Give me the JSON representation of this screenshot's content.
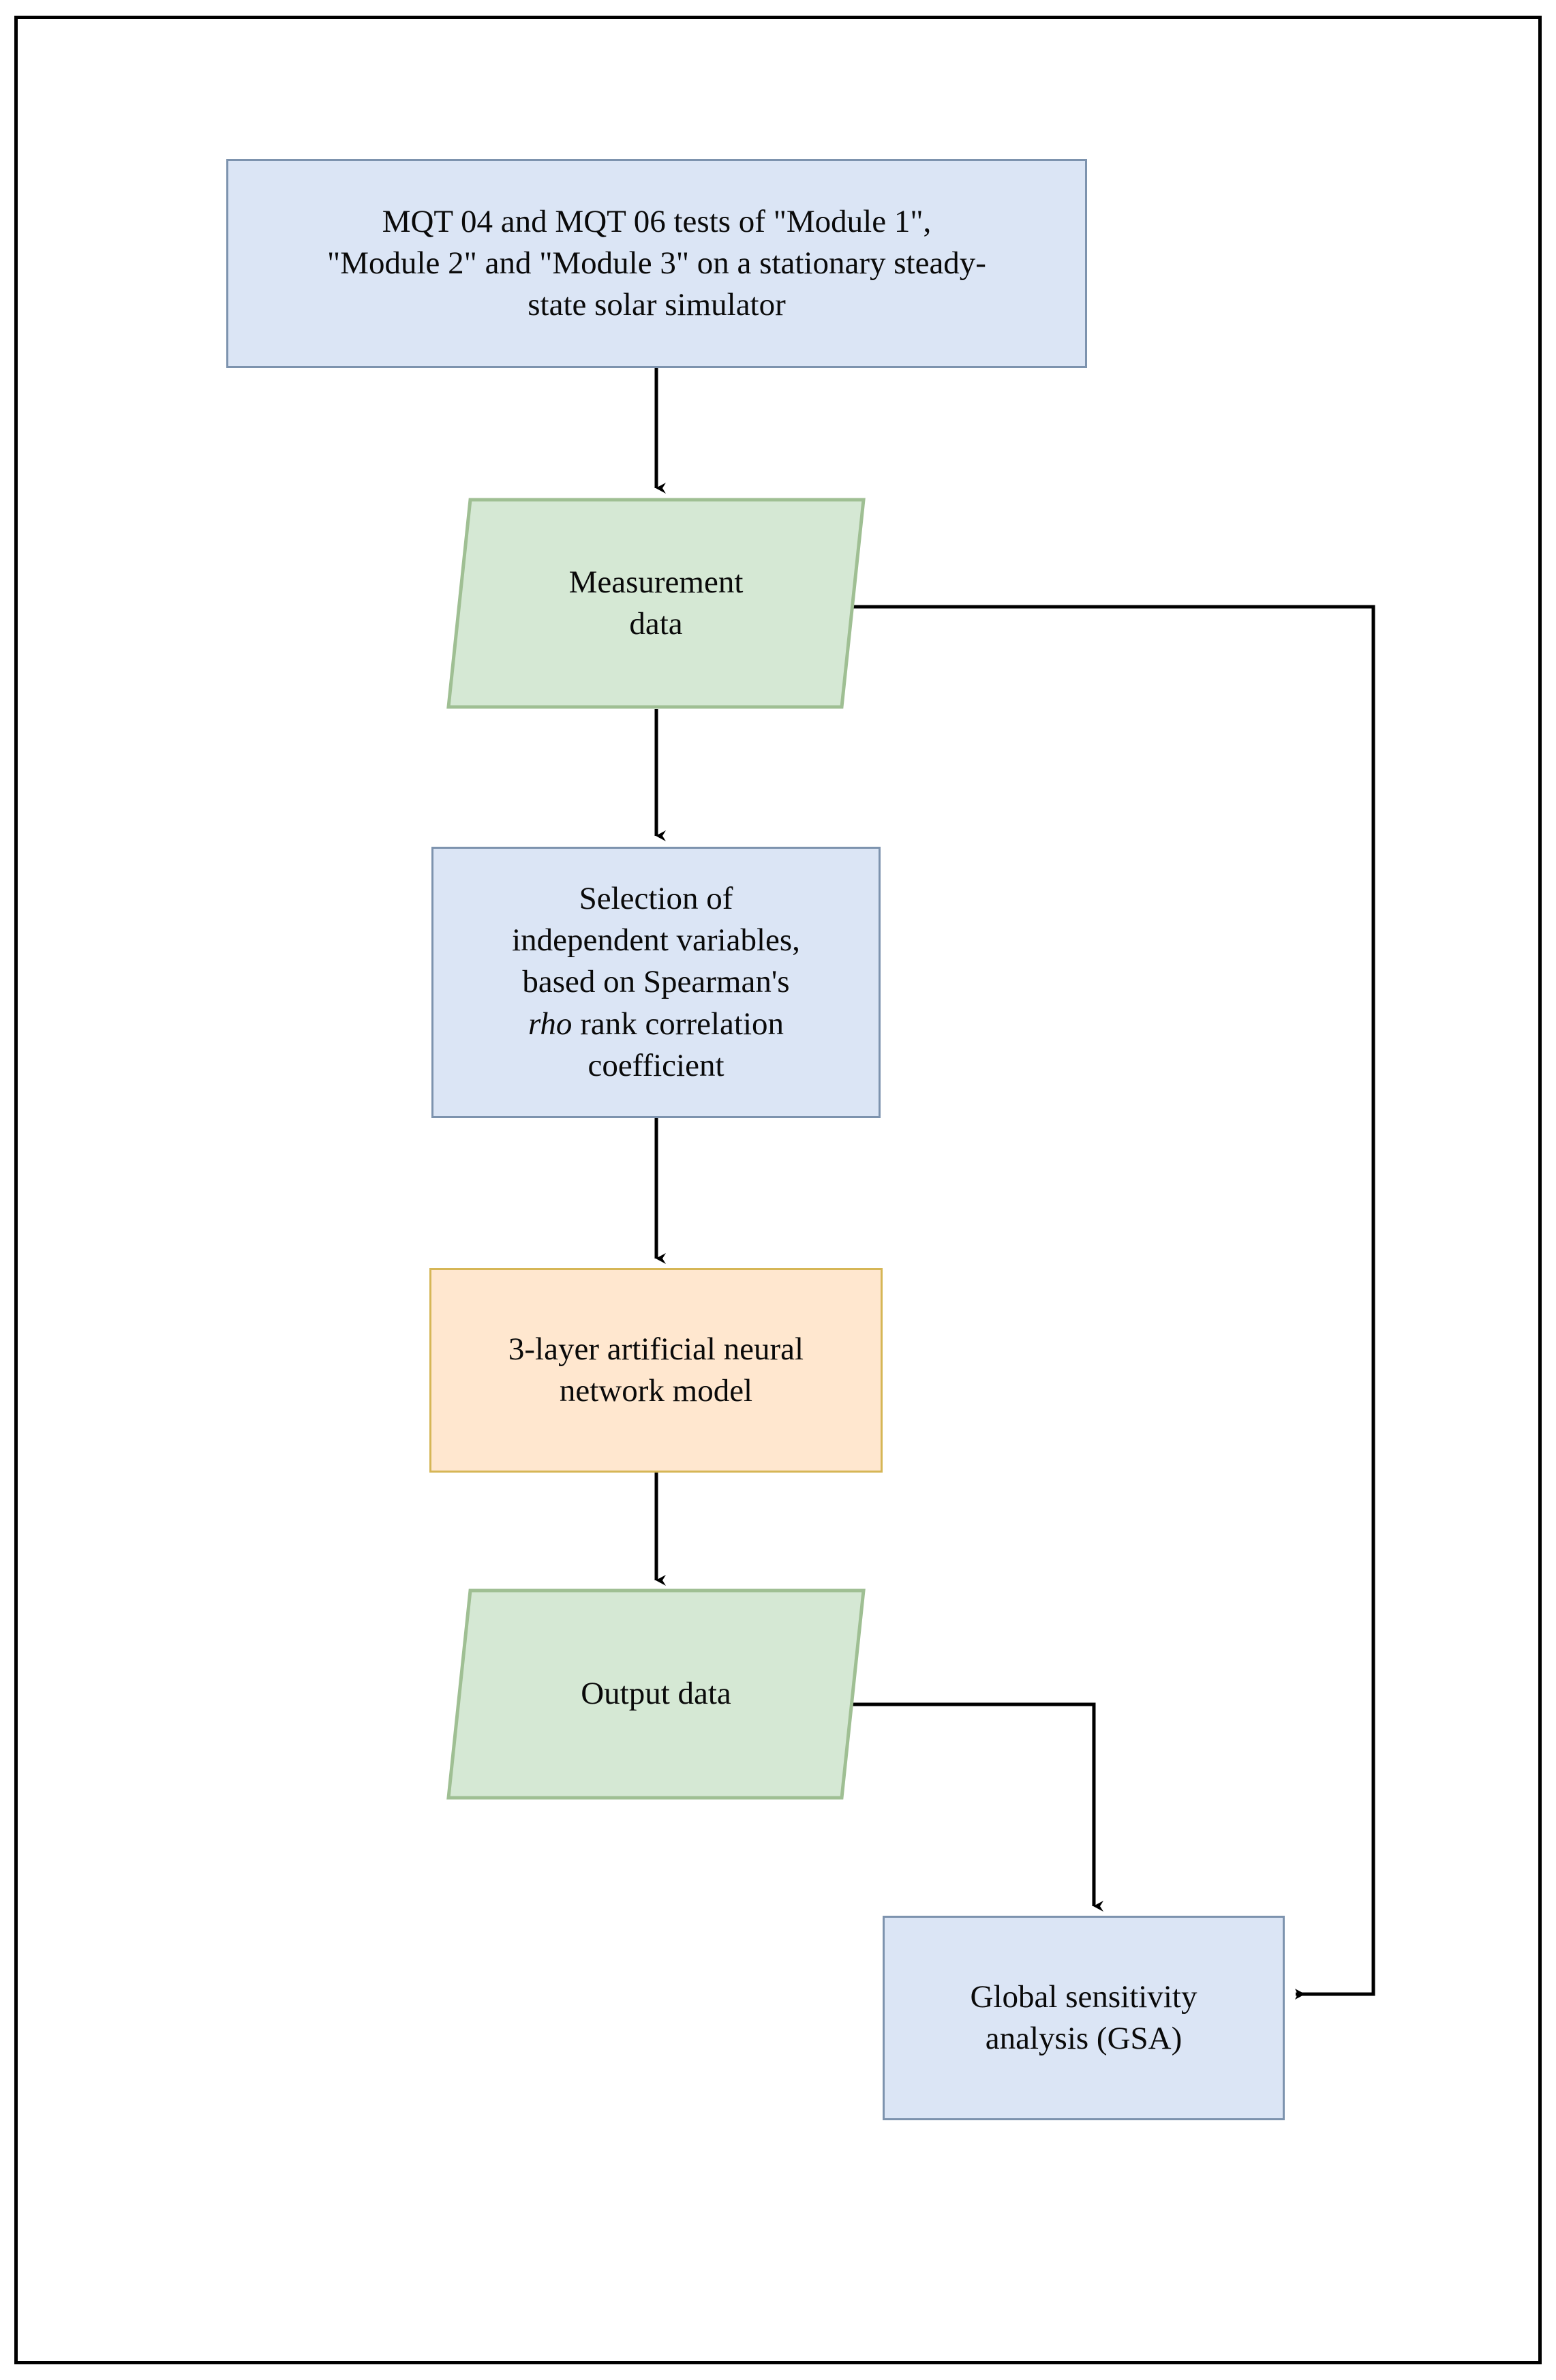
{
  "diagram": {
    "type": "flowchart",
    "title": "",
    "frame": {
      "border_color": "#000000"
    },
    "palette": {
      "process_fill": "#dbe5f5",
      "process_stroke": "#7d93ae",
      "data_fill": "#d5e8d4",
      "data_stroke": "#9fbf93",
      "model_fill": "#ffe7cf",
      "model_stroke": "#d6b656",
      "connector": "#000000"
    },
    "nodes": [
      {
        "id": "mqt-tests",
        "shape": "rectangle",
        "kind": "process",
        "line1": "MQT 04 and MQT 06 tests of \"Module 1\",",
        "line2": "\"Module 2\" and \"Module 3\" on a stationary steady-",
        "line3": "state solar simulator"
      },
      {
        "id": "measurement-data",
        "shape": "parallelogram",
        "kind": "data",
        "line1": "Measurement",
        "line2": "data"
      },
      {
        "id": "variable-selection",
        "shape": "rectangle",
        "kind": "process",
        "line1": "Selection of",
        "line2": "independent variables,",
        "line3": "based on Spearman's",
        "line4_pre": "",
        "line4_italic": "rho",
        "line4_post": " rank correlation",
        "line5": "coefficient"
      },
      {
        "id": "ann-model",
        "shape": "rectangle",
        "kind": "model",
        "line1": "3-layer artificial neural",
        "line2": "network model"
      },
      {
        "id": "output-data",
        "shape": "parallelogram",
        "kind": "data",
        "line1": "Output data"
      },
      {
        "id": "gsa",
        "shape": "rectangle",
        "kind": "process",
        "line1": "Global sensitivity",
        "line2": "analysis (GSA)"
      }
    ],
    "edges": [
      {
        "id": "e1",
        "from": "mqt-tests",
        "to": "measurement-data",
        "label": "",
        "style": "straight-down"
      },
      {
        "id": "e2",
        "from": "measurement-data",
        "to": "variable-selection",
        "label": "",
        "style": "straight-down"
      },
      {
        "id": "e3",
        "from": "variable-selection",
        "to": "ann-model",
        "label": "",
        "style": "straight-down"
      },
      {
        "id": "e4",
        "from": "ann-model",
        "to": "output-data",
        "label": "",
        "style": "straight-down"
      },
      {
        "id": "e5",
        "from": "output-data",
        "to": "gsa",
        "label": "",
        "style": "orthogonal-right-down"
      },
      {
        "id": "e6",
        "from": "measurement-data",
        "to": "gsa",
        "label": "",
        "style": "orthogonal-right-down-left"
      }
    ]
  }
}
